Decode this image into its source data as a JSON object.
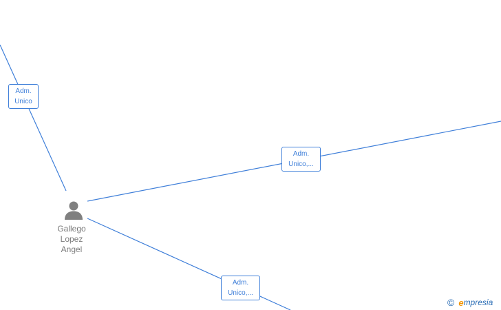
{
  "person": {
    "name_lines": [
      "Gallego",
      "Lopez",
      "Angel"
    ]
  },
  "edges": [
    {
      "id": "top-left",
      "label_lines": [
        "Adm.",
        "Unico"
      ]
    },
    {
      "id": "right",
      "label_lines": [
        "Adm.",
        "Unico,..."
      ]
    },
    {
      "id": "bottom",
      "label_lines": [
        "Adm.",
        "Unico,..."
      ]
    }
  ],
  "colors": {
    "edge": "#3f7fd9",
    "person_icon": "#808080",
    "brand_orange": "#f29400",
    "brand_blue": "#2a6db5"
  },
  "watermark": {
    "copyright_symbol": "©",
    "brand_first": "e",
    "brand_rest": "mpresia"
  },
  "icons": {
    "person": "person-icon",
    "copyright": "copyright-icon"
  }
}
